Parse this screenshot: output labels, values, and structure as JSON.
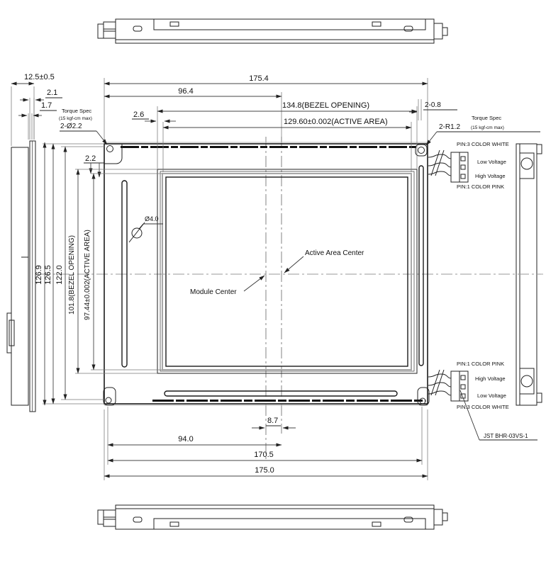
{
  "dims": {
    "side_width": "12.5±0.5",
    "side_t1": "2.1",
    "side_t2": "1.7",
    "overall_width": "175.4",
    "left_to_center": "96.4",
    "bezel_opening_w": "134.8(BEZEL OPENING)",
    "active_area_w": "129.60±0.002(ACTIVE AREA)",
    "edge_offset": "2.6",
    "glass_offset": "2.2",
    "hole_top_right": "2-0.8",
    "overall_height": "126.9",
    "height_2": "126.5",
    "height_3": "122.0",
    "bezel_opening_h": "101.8(BEZEL OPENING)",
    "active_area_h": "97.44±0.002(ACTIVE AREA)",
    "hole_dia": "Ø4.0",
    "center_offset": "8.7",
    "bottom_94": "94.0",
    "bottom_170": "170.5",
    "bottom_175": "175.0"
  },
  "notes": {
    "torque_spec": "Torque Spec",
    "torque_limit": "(15 kgf-cm max)",
    "mount_hole_left": "2-Ø2.2",
    "corner_radius": "2-R1.2",
    "active_area_center": "Active Area Center",
    "module_center": "Module Center",
    "connector_part": "JST BHR-03VS-1"
  },
  "connector_top": {
    "pin3": "PIN:3 COLOR WHITE",
    "wire_low": "Low Voltage",
    "wire_high": "High Voltage",
    "pin1": "PIN:1 COLOR PINK"
  },
  "connector_bottom": {
    "pin1": "PIN:1 COLOR PINK",
    "wire_high": "High Voltage",
    "wire_low": "Low Voltage",
    "pin3": "PIN:3 COLOR WHITE"
  },
  "colors": {
    "line": "#222222",
    "centerline": "#999999",
    "glass_edge": "#a8a8a8",
    "background": "#ffffff"
  }
}
